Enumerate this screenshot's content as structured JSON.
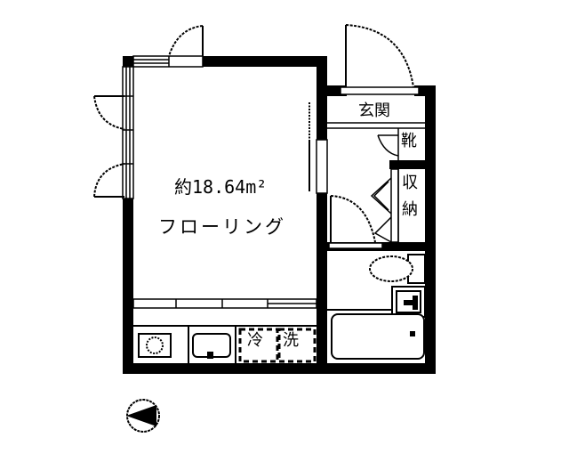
{
  "floor_plan": {
    "main_room": {
      "area": "約18.64m²",
      "type": "フローリング"
    },
    "entrance": {
      "label": "玄関"
    },
    "shoe_box": {
      "label": "靴"
    },
    "storage": {
      "label_top": "収",
      "label_bottom": "納"
    },
    "kitchen": {
      "fridge_label": "冷",
      "washer_label": "洗"
    },
    "compass": {
      "icon": "north-arrow-icon",
      "direction": "west"
    },
    "colors": {
      "wall": "#000000",
      "background": "#ffffff"
    }
  }
}
